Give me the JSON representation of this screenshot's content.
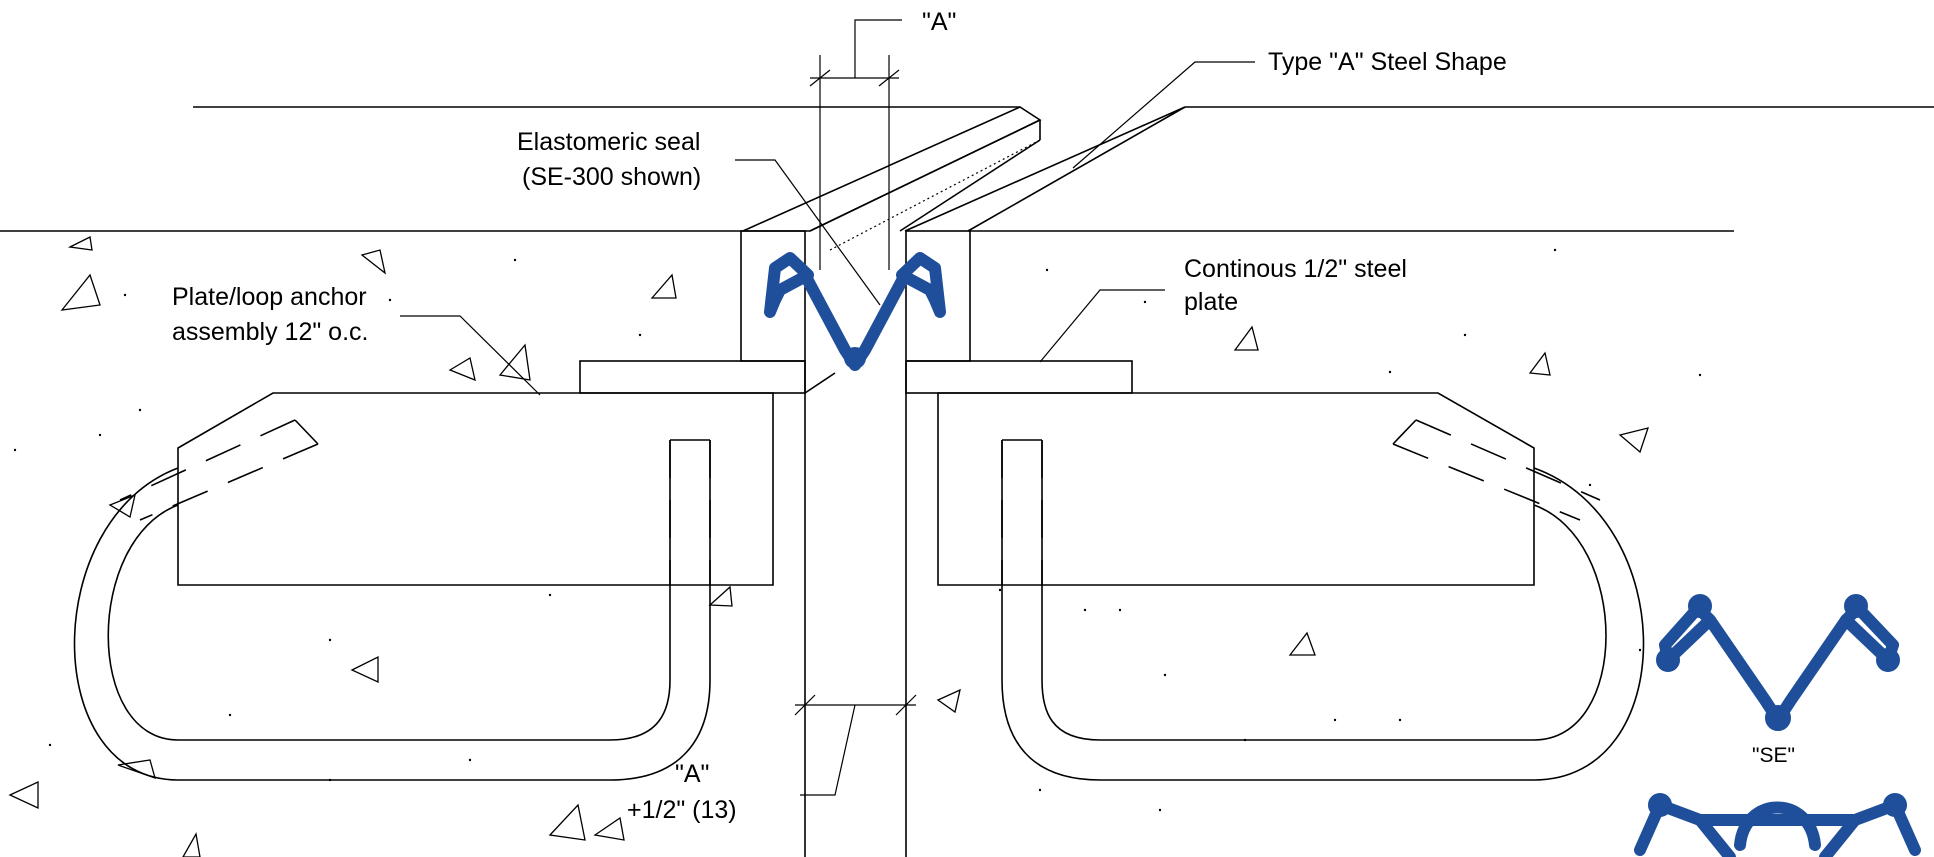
{
  "labels": {
    "dim_top": "\"A\"",
    "steel_shape": "Type \"A\" Steel Shape",
    "seal_line1": "Elastomeric seal",
    "seal_line2": "(SE-300 shown)",
    "anchor_line1": "Plate/loop anchor",
    "anchor_line2": "assembly 12\" o.c.",
    "plate_line1": "Continous 1/2\" steel",
    "plate_line2": "plate",
    "dim_bottom_line1": "\"A\"",
    "dim_bottom_line2": "+1/2\" (13)",
    "se_profile": "\"SE\""
  },
  "colors": {
    "line": "#000000",
    "seal": "#1f4e9a",
    "background": "#ffffff"
  }
}
